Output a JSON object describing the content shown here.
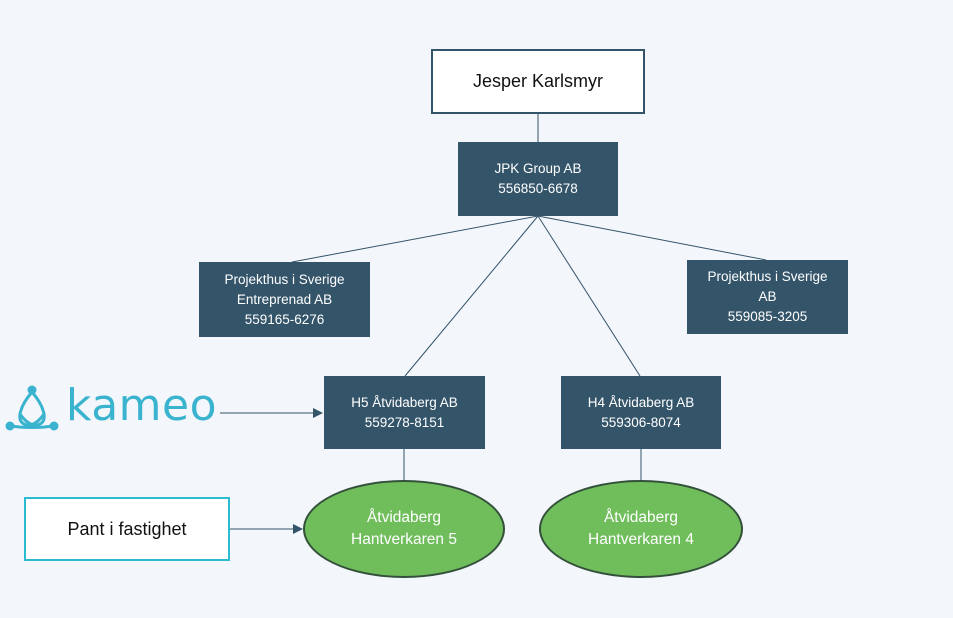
{
  "colors": {
    "background": "#f3f6fa",
    "dark_box": "#34546a",
    "ellipse_fill": "#70bd5c",
    "ellipse_border": "#33503a",
    "outline_dark": "#34546a",
    "outline_teal": "#2bbbd1",
    "kameo_brand": "#3ab3cf",
    "connector": "#34546a"
  },
  "owner": {
    "name": "Jesper Karlsmyr"
  },
  "holding": {
    "name": "JPK Group AB",
    "org_no": "556850-6678"
  },
  "subsidiaries": {
    "left": {
      "line1": "Projekthus i Sverige",
      "line2": "Entreprenad AB",
      "org_no": "559165-6276"
    },
    "right": {
      "line1": "Projekthus i Sverige",
      "line2": "AB",
      "org_no": "559085-3205"
    },
    "h5": {
      "name": "H5 Åtvidaberg AB",
      "org_no": "559278-8151"
    },
    "h4": {
      "name": "H4 Åtvidaberg AB",
      "org_no": "559306-8074"
    }
  },
  "properties": {
    "hantverkaren5": {
      "line1": "Åtvidaberg",
      "line2": "Hantverkaren 5"
    },
    "hantverkaren4": {
      "line1": "Åtvidaberg",
      "line2": "Hantverkaren 4"
    }
  },
  "kameo": {
    "wordmark": "kameo",
    "icon": "kameo-knot-logo"
  },
  "pledge": {
    "label": "Pant i fastighet"
  }
}
